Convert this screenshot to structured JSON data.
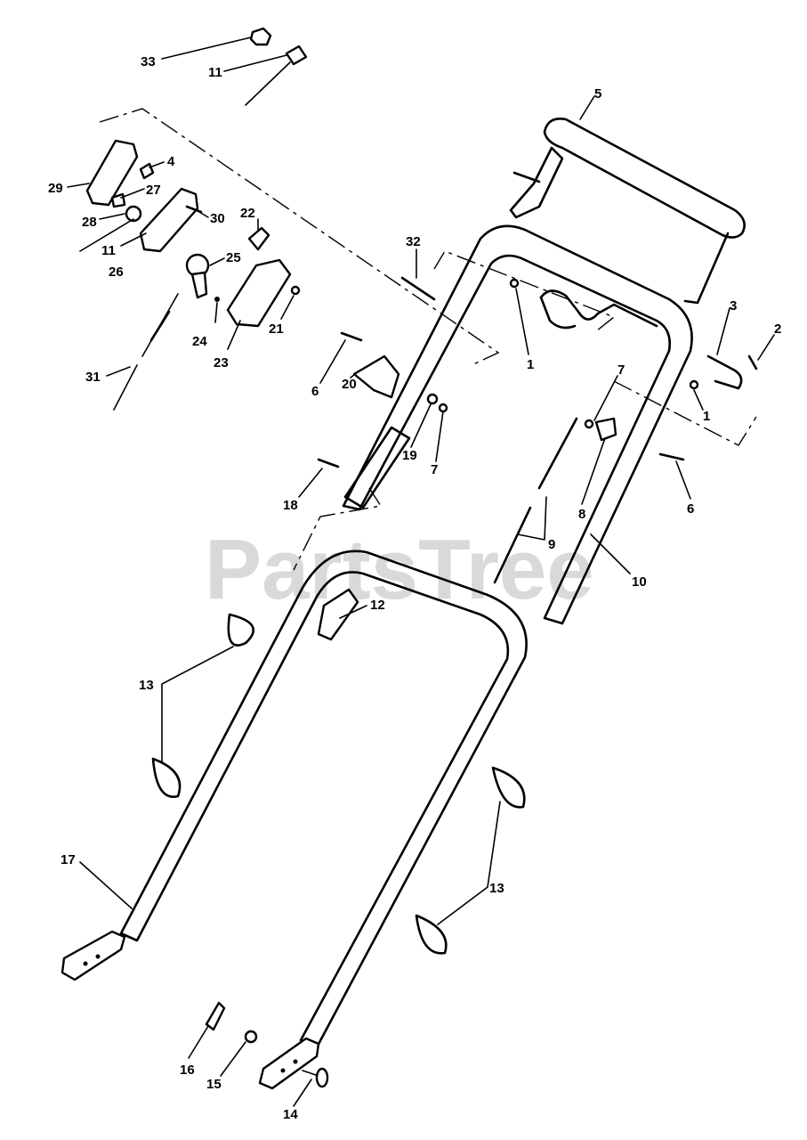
{
  "watermark": "PartsTree",
  "callouts": [
    {
      "id": "c33",
      "text": "33"
    },
    {
      "id": "c11a",
      "text": "11"
    },
    {
      "id": "c4",
      "text": "4"
    },
    {
      "id": "c29",
      "text": "29"
    },
    {
      "id": "c27",
      "text": "27"
    },
    {
      "id": "c28",
      "text": "28"
    },
    {
      "id": "c11b",
      "text": "11"
    },
    {
      "id": "c26",
      "text": "26"
    },
    {
      "id": "c30",
      "text": "30"
    },
    {
      "id": "c22",
      "text": "22"
    },
    {
      "id": "c25",
      "text": "25"
    },
    {
      "id": "c24",
      "text": "24"
    },
    {
      "id": "c23",
      "text": "23"
    },
    {
      "id": "c21",
      "text": "21"
    },
    {
      "id": "c31",
      "text": "31"
    },
    {
      "id": "c5",
      "text": "5"
    },
    {
      "id": "c32",
      "text": "32"
    },
    {
      "id": "c1a",
      "text": "1"
    },
    {
      "id": "c3",
      "text": "3"
    },
    {
      "id": "c2",
      "text": "2"
    },
    {
      "id": "c1b",
      "text": "1"
    },
    {
      "id": "c7a",
      "text": "7"
    },
    {
      "id": "c6a",
      "text": "6"
    },
    {
      "id": "c20",
      "text": "20"
    },
    {
      "id": "c19",
      "text": "19"
    },
    {
      "id": "c7b",
      "text": "7"
    },
    {
      "id": "c8",
      "text": "8"
    },
    {
      "id": "c6b",
      "text": "6"
    },
    {
      "id": "c18",
      "text": "18"
    },
    {
      "id": "c9",
      "text": "9"
    },
    {
      "id": "c10",
      "text": "10"
    },
    {
      "id": "c12",
      "text": "12"
    },
    {
      "id": "c13a",
      "text": "13"
    },
    {
      "id": "c13b",
      "text": "13"
    },
    {
      "id": "c17",
      "text": "17"
    },
    {
      "id": "c16",
      "text": "16"
    },
    {
      "id": "c15",
      "text": "15"
    },
    {
      "id": "c14",
      "text": "14"
    }
  ]
}
